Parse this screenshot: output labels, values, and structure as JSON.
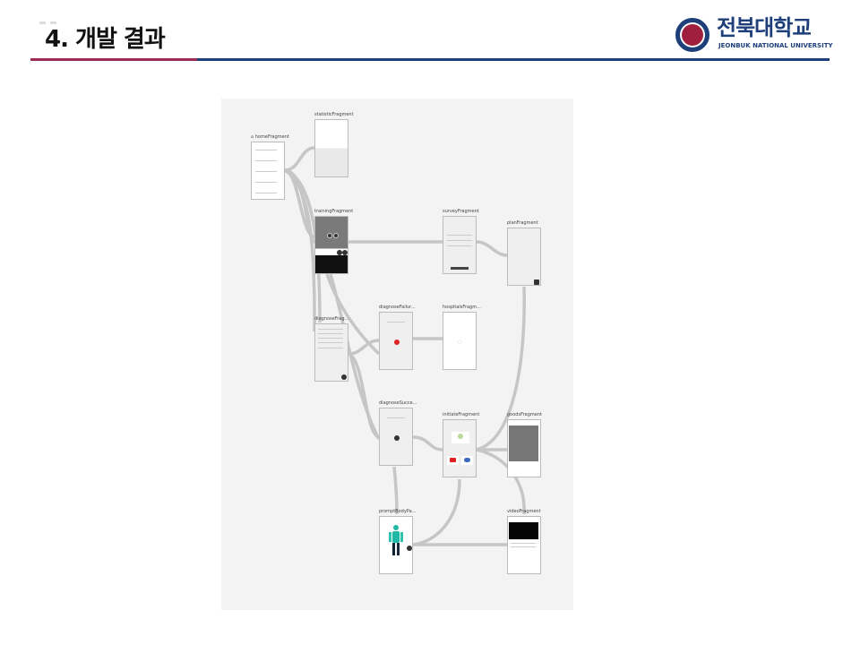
{
  "header": {
    "title": "4. 개발 결과"
  },
  "logo": {
    "name_ko": "전북대학교",
    "name_en": "JEONBUK NATIONAL UNIVERSITY"
  },
  "graph": {
    "fragments": {
      "home": "homeFragment",
      "statistic": "statisticFragment",
      "training": "trainingFragment",
      "survey": "surveyFragment",
      "plan": "planFragment",
      "diagnose": "diagnoseFrag...",
      "diagnoseFailure": "diagnoseFailur...",
      "hospitals": "hospitalsFragm...",
      "diagnoseSuccess": "diagnoseSucce...",
      "initiate": "initiateFragment",
      "goods": "goodsFragment",
      "promptBody": "promptBodyPa...",
      "video": "videoFragment"
    },
    "home_icon": "home-icon",
    "colors": {
      "link": "#c6c6c6",
      "canvas": "#f3f3f3",
      "accent_red": "#a01f3e",
      "accent_blue": "#1e3f7a"
    }
  }
}
